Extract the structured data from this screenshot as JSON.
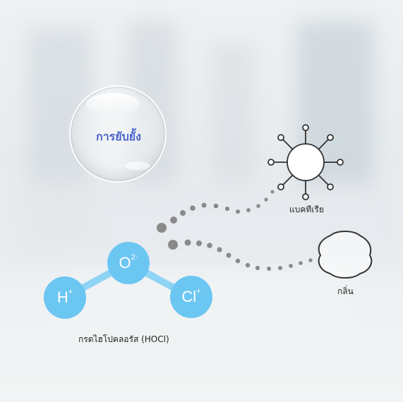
{
  "bubble": {
    "label": "การยับยั้ง"
  },
  "targets": {
    "bacteria_label": "แบคทีเรีย",
    "odor_label": "กลิ่น"
  },
  "molecule": {
    "caption": "กรดไฮโปคลอรัส (HOCl)",
    "atoms": [
      {
        "symbol": "O",
        "charge": "2-"
      },
      {
        "symbol": "H",
        "charge": "+"
      },
      {
        "symbol": "Cl",
        "charge": "+"
      }
    ]
  },
  "colors": {
    "atom": "#6cc6f2",
    "bond": "#8fd3f5",
    "dots": "#8a8a8a",
    "outline": "#333333",
    "bubble_text": "#4a63c9"
  },
  "icons": [
    "bacteria-icon",
    "odor-cloud-icon",
    "bubble-icon"
  ]
}
